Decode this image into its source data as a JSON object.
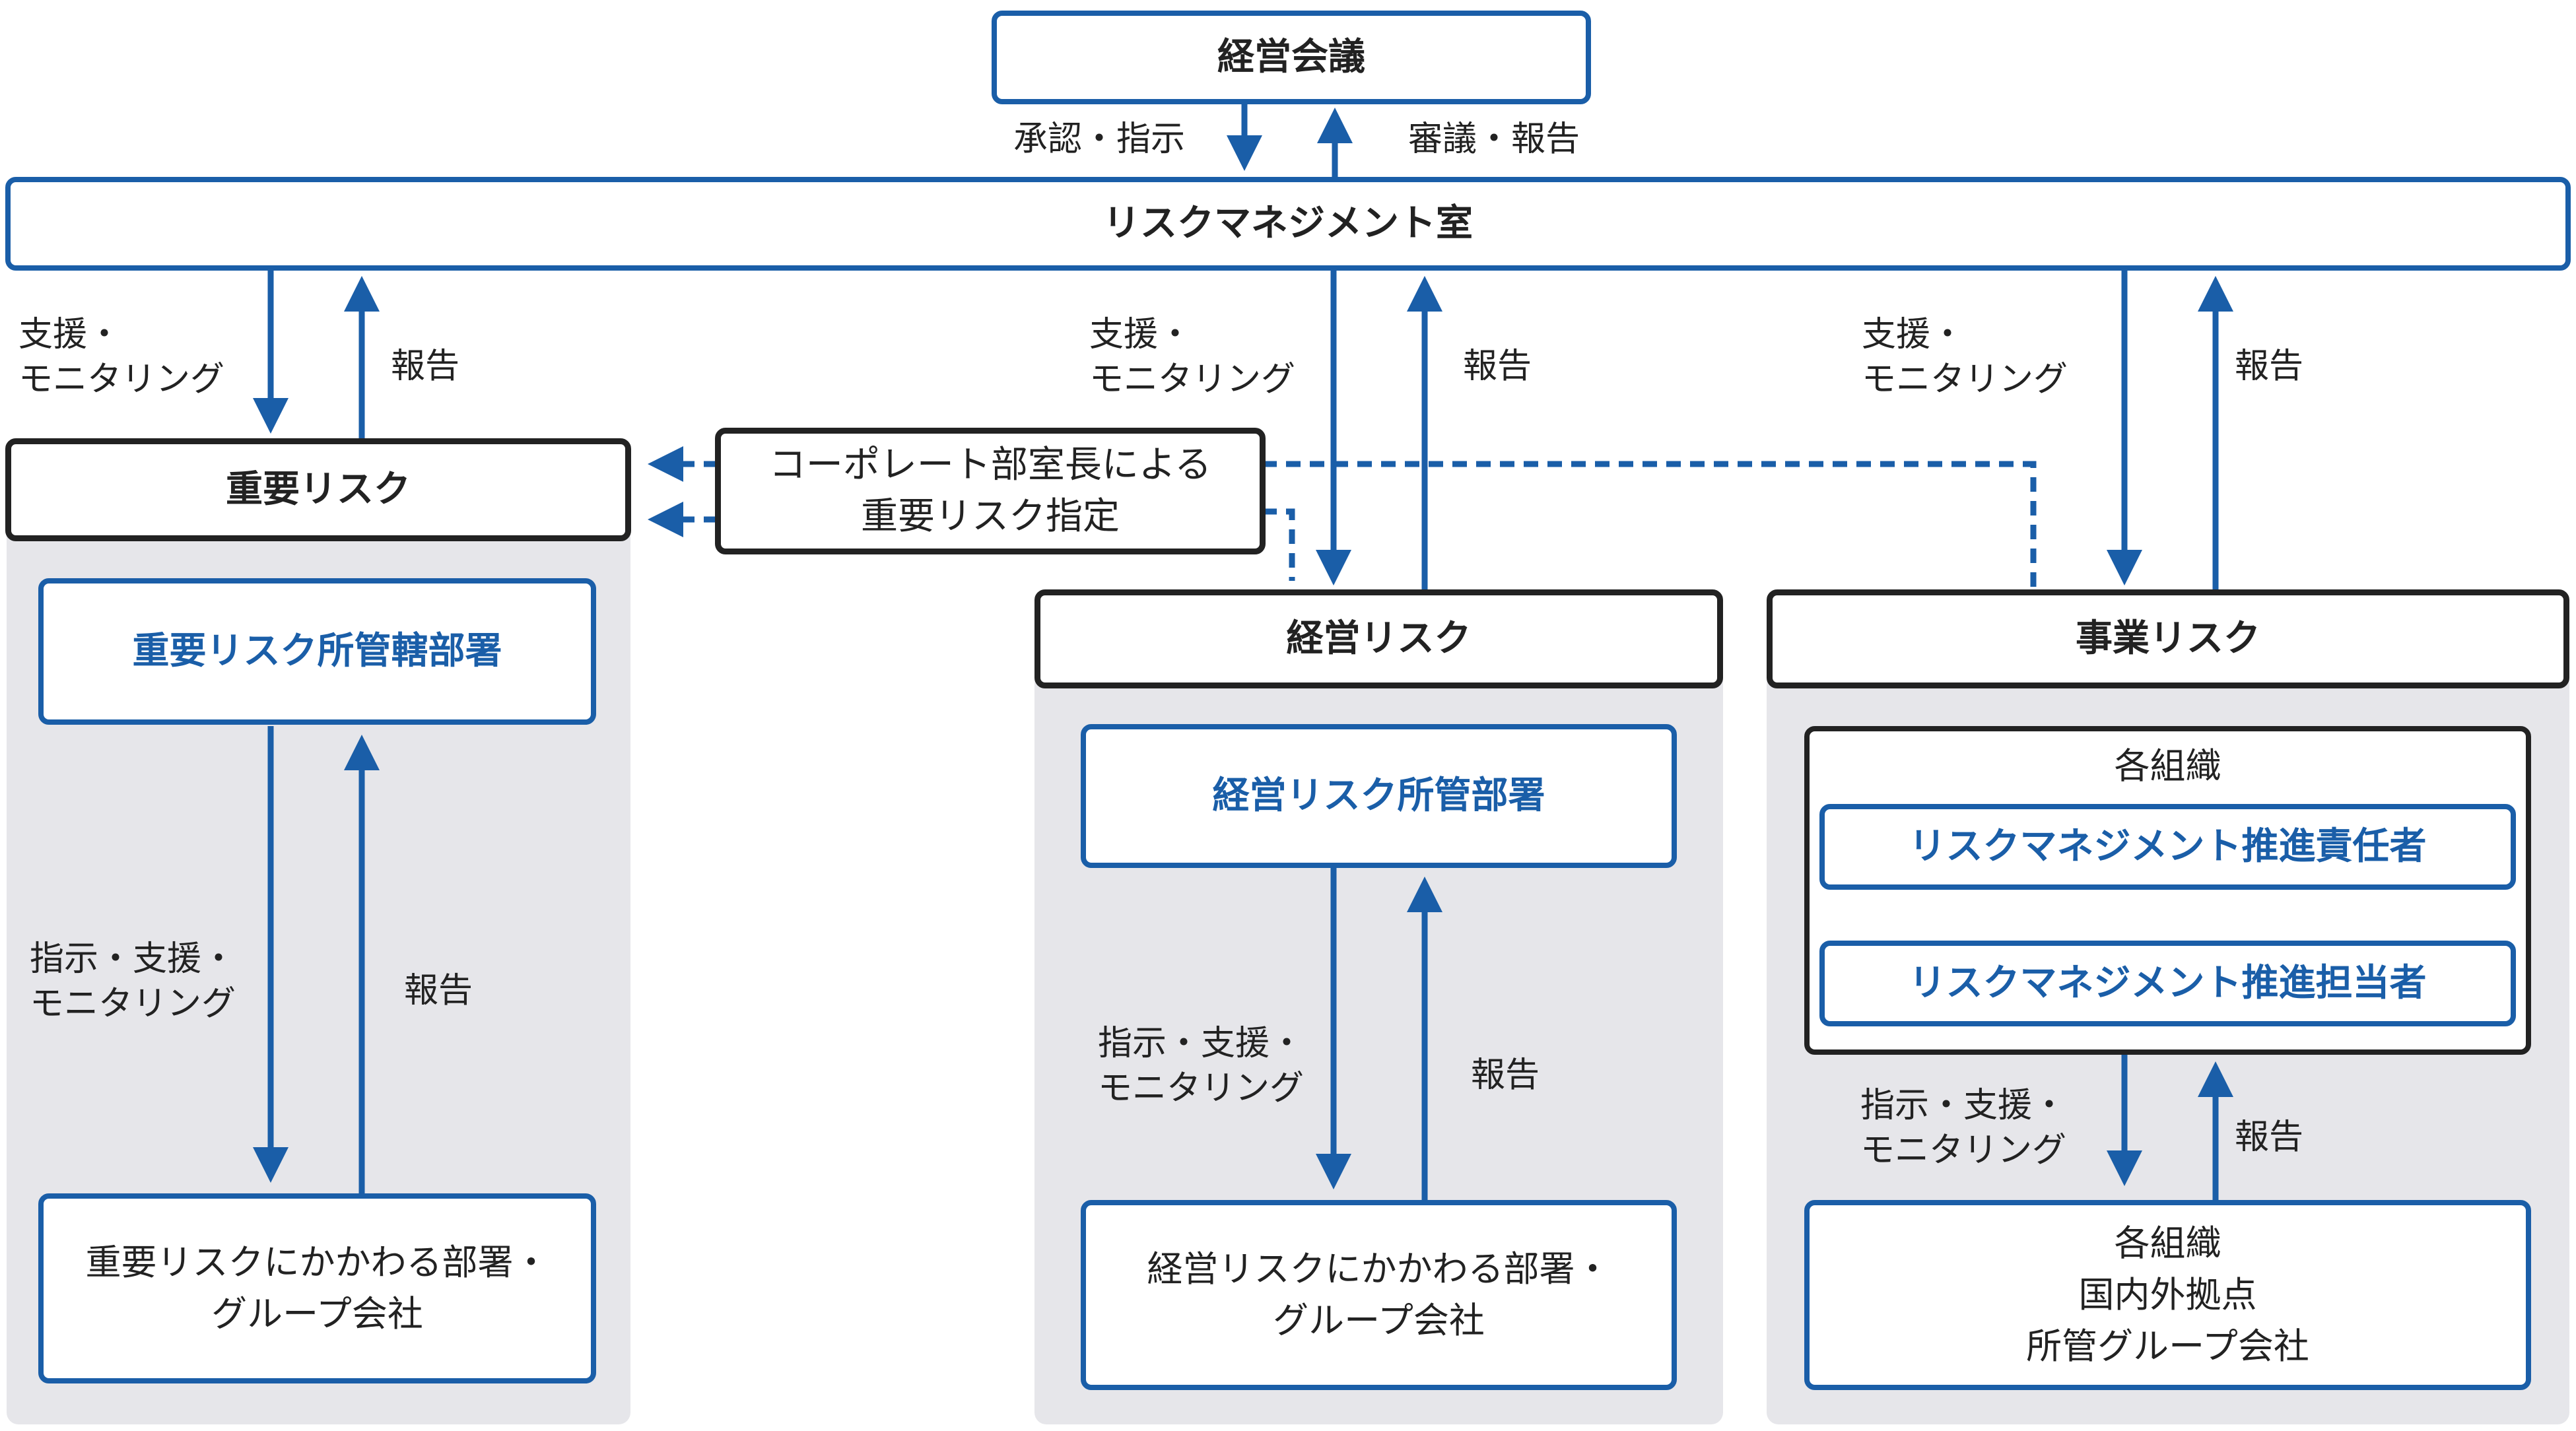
{
  "top": {
    "board": "経営会議",
    "approve_label": "承認・指示",
    "deliberate_label": "審議・報告",
    "rm_office": "リスクマネジメント室"
  },
  "labels": {
    "support_monitoring_1": "支援・",
    "support_monitoring_2": "モニタリング",
    "report": "報告",
    "instruct_support_1": "指示・支援・",
    "instruct_support_2": "モニタリング"
  },
  "designation": {
    "line1": "コーポレート部室長による",
    "line2": "重要リスク指定"
  },
  "important_risk": {
    "title": "重要リスク",
    "dept": "重要リスク所管轄部署",
    "related_line1": "重要リスクにかかわる部署・",
    "related_line2": "グループ会社"
  },
  "management_risk": {
    "title": "経営リスク",
    "dept": "経営リスク所管部署",
    "related_line1": "経営リスクにかかわる部署・",
    "related_line2": "グループ会社"
  },
  "business_risk": {
    "title": "事業リスク",
    "org_label": "各組織",
    "promoter_lead": "リスクマネジメント推進責任者",
    "promoter_staff": "リスクマネジメント推進担当者",
    "bottom_line1": "各組織",
    "bottom_line2": "国内外拠点",
    "bottom_line3": "所管グループ会社"
  },
  "colors": {
    "accent_blue": "#1a5ea8",
    "border_black": "#222222",
    "panel_gray": "#e6e6ea"
  }
}
